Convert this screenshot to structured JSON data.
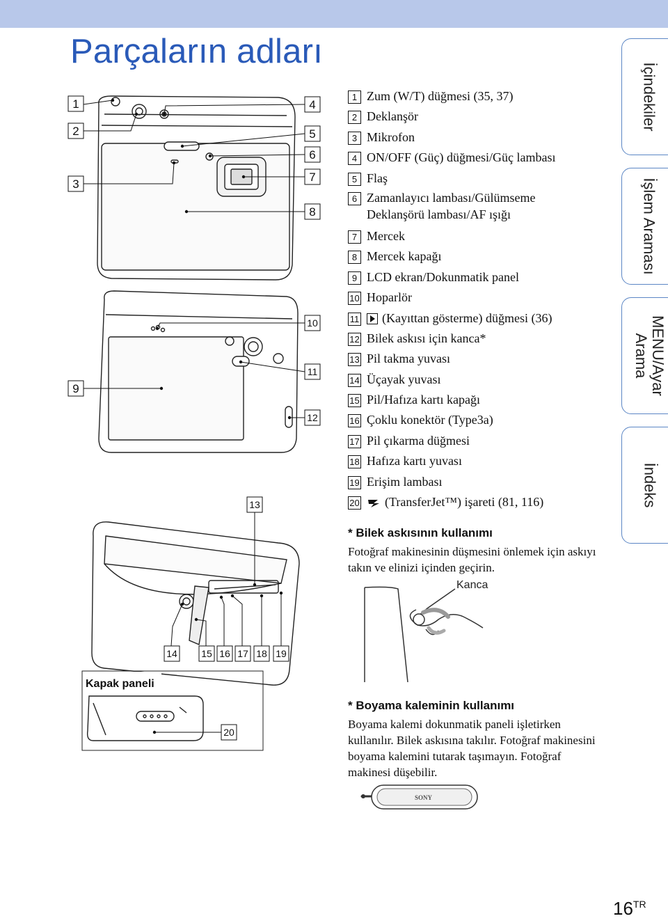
{
  "title": "Parçaların adları",
  "parts": [
    {
      "num": "1",
      "label": "Zum (W/T) düğmesi (35, 37)"
    },
    {
      "num": "2",
      "label": "Deklanşör"
    },
    {
      "num": "3",
      "label": "Mikrofon"
    },
    {
      "num": "4",
      "label": "ON/OFF (Güç) düğmesi/Güç lambası"
    },
    {
      "num": "5",
      "label": "Flaş"
    },
    {
      "num": "6",
      "label": "Zamanlayıcı lambası/Gülümseme Deklanşörü lambası/AF ışığı"
    },
    {
      "num": "7",
      "label": "Mercek"
    },
    {
      "num": "8",
      "label": "Mercek kapağı"
    },
    {
      "num": "9",
      "label": "LCD ekran/Dokunmatik panel"
    },
    {
      "num": "10",
      "label": "Hoparlör"
    },
    {
      "num": "11",
      "label": "(Kayıttan gösterme) düğmesi (36)",
      "icon": "play-icon"
    },
    {
      "num": "12",
      "label": "Bilek askısı için kanca*"
    },
    {
      "num": "13",
      "label": "Pil takma yuvası"
    },
    {
      "num": "14",
      "label": "Üçayak yuvası"
    },
    {
      "num": "15",
      "label": "Pil/Hafıza kartı kapağı"
    },
    {
      "num": "16",
      "label": "Çoklu konektör (Type3a)"
    },
    {
      "num": "17",
      "label": "Pil çıkarma düğmesi"
    },
    {
      "num": "18",
      "label": "Hafıza kartı yuvası"
    },
    {
      "num": "19",
      "label": "Erişim lambası"
    },
    {
      "num": "20",
      "label": "(TransferJet™) işareti (81, 116)",
      "icon": "transferjet-icon"
    }
  ],
  "note_strap": {
    "heading": "* Bilek askısının kullanımı",
    "text": "Fotoğraf makinesinin düşmesini önlemek için askıyı takın ve elinizi içinden geçirin.",
    "label": "Kanca"
  },
  "note_pen": {
    "heading": "* Boyama kaleminin kullanımı",
    "text": "Boyama kalemi dokunmatik paneli işletirken kullanılır. Bilek askısına takılır. Fotoğraf makinesini boyama kalemini tutarak taşımayın. Fotoğraf makinesi düşebilir."
  },
  "pen_brand": "SONY",
  "cover_panel_label": "Kapak paneli",
  "callouts": {
    "c1": "1",
    "c2": "2",
    "c3": "3",
    "c4": "4",
    "c5": "5",
    "c6": "6",
    "c7": "7",
    "c8": "8",
    "c9": "9",
    "c10": "10",
    "c11": "11",
    "c12": "12",
    "c13": "13",
    "c14": "14",
    "c15": "15",
    "c16": "16",
    "c17": "17",
    "c18": "18",
    "c19": "19",
    "c20": "20"
  },
  "tabs": [
    "İçindekiler",
    "İşlem Araması",
    "MENU/Ayar Arama",
    "İndeks"
  ],
  "page": {
    "number": "16",
    "suffix": "TR"
  },
  "colors": {
    "title": "#2a5ab8",
    "topbar": "#b8c8ea",
    "tab_border": "#5b86c5"
  }
}
